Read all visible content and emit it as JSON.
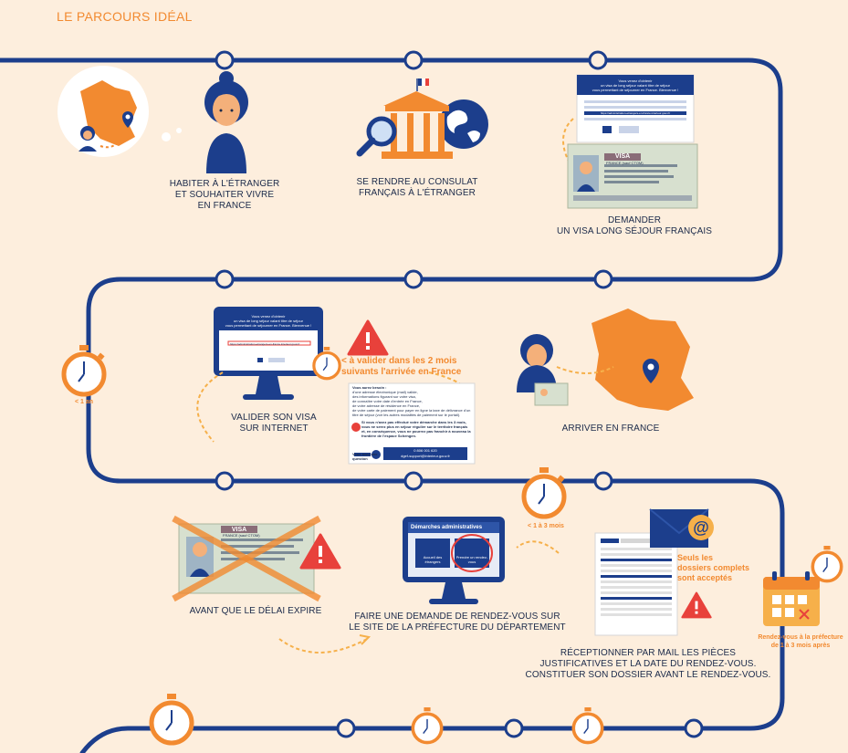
{
  "title": "LE PARCOURS IDÉAL",
  "colors": {
    "navy": "#1c3e8c",
    "orange": "#f28a30",
    "background": "#fdeedd",
    "red": "#e8413b"
  },
  "steps": [
    {
      "label": "HABITER À L'ÉTRANGER\nET SOUHAITER VIVRE\nEN FRANCE"
    },
    {
      "label": "SE RENDRE AU CONSULAT\nFRANÇAIS À L'ÉTRANGER"
    },
    {
      "label": "DEMANDER\nUN VISA LONG SÉJOUR FRANÇAIS"
    },
    {
      "label": "VALIDER SON VISA\nSUR INTERNET"
    },
    {
      "label": "ARRIVER EN FRANCE"
    },
    {
      "label": "AVANT QUE LE DÉLAI EXPIRE"
    },
    {
      "label": "FAIRE UNE DEMANDE DE RENDEZ-VOUS SUR\nLE SITE DE LA PRÉFECTURE DU DÉPARTEMENT"
    },
    {
      "label": "RÉCEPTIONNER PAR MAIL LES PIÈCES\nJUSTIFICATIVES ET LA DATE DU RENDEZ-VOUS.\nCONSTITUER SON DOSSIER AVANT LE RENDEZ-VOUS."
    }
  ],
  "timers": {
    "t1": "< 1 an",
    "t2": "< 1 à 3 mois",
    "rdv": "Rendez-vous à la préfecture\nde 1 à 3 mois après"
  },
  "warnings": {
    "validate": "< à valider dans les 2 mois\nsuivants l'arrivée en France",
    "dossiers": "Seuls les\ndossiers complets\nsont acceptés"
  },
  "screens": {
    "email_header": "Vous venez d'obtenir\nun visa de long séjour valant titre de séjour\nvous permettant de séjourner en France. Bienvenue !",
    "email_link": "https://administration-etrangers-en-france.interieur.gouv.fr",
    "visa_word": "VISA",
    "visa_line": "FRANCE (sauf CTOM)",
    "demarches_title": "Démarches administratives",
    "demarches_btn1": "Accueil des\nétrangers",
    "demarches_btn2": "Prendre un rendez-\nvous",
    "info_intro": "Vous aurez besoin :",
    "info_items": [
      "d'une adresse électronique (mail) valide,",
      "des informations figurant sur votre visa,",
      "de connaître votre date d'entrée en France,",
      "de votre adresse de résidence en France,",
      "de votre carte de paiement pour payer en ligne la taxe de délivrance d'un titre de séjour (voir les autres modalités de paiement sur le portail)."
    ],
    "info_warning": "Si vous n'avez pas effectué votre démarche dans les 3 mois, vous ne serez plus en séjour régulier sur le territoire français et, en conséquence, vous ne pourrez pas franchir à nouveau la frontière de l'espace Schengen.",
    "info_question": "Vous avez une question",
    "info_phone": "0 806 001 620",
    "info_mail": "dgef-support@interieur.gouv.fr"
  }
}
